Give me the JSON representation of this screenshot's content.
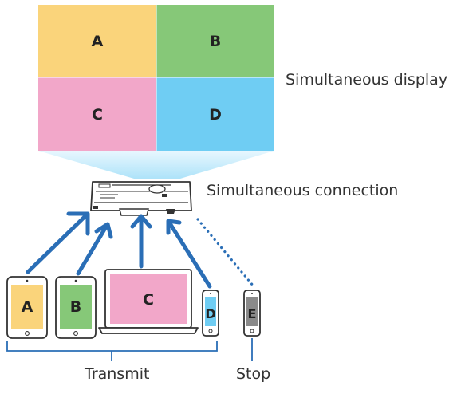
{
  "screen": {
    "quadrants": [
      {
        "letter": "A",
        "color": "#fad47b"
      },
      {
        "letter": "B",
        "color": "#86c878"
      },
      {
        "letter": "C",
        "color": "#f2a7c9"
      },
      {
        "letter": "D",
        "color": "#6fcdf3"
      }
    ],
    "label": "Simultaneous display"
  },
  "projector": {
    "label": "Simultaneous connection",
    "beam_color": "#cfeefc"
  },
  "devices": [
    {
      "letter": "A",
      "kind": "tablet",
      "color": "#fad47b",
      "state": "transmit"
    },
    {
      "letter": "B",
      "kind": "tablet",
      "color": "#86c878",
      "state": "transmit"
    },
    {
      "letter": "C",
      "kind": "laptop",
      "color": "#f2a7c9",
      "state": "transmit"
    },
    {
      "letter": "D",
      "kind": "phone",
      "color": "#6fcdf3",
      "state": "transmit"
    },
    {
      "letter": "E",
      "kind": "phone",
      "color": "#8a8a8a",
      "state": "stop"
    }
  ],
  "arrows": {
    "color": "#2a6eb6"
  },
  "labels": {
    "transmit": "Transmit",
    "stop": "Stop"
  }
}
